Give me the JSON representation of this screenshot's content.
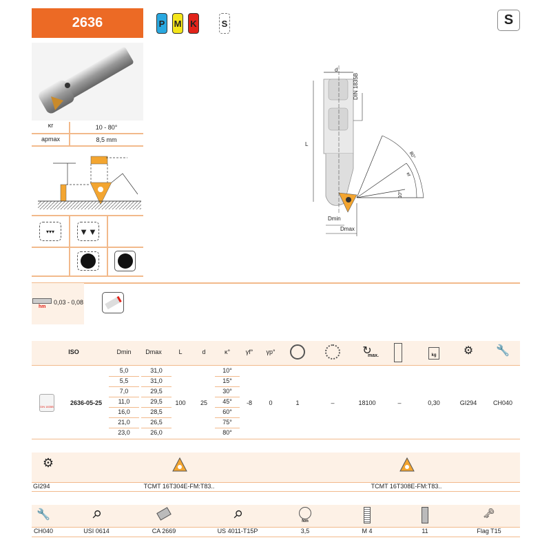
{
  "header": {
    "code": "2636",
    "materials": [
      "P",
      "M",
      "K"
    ],
    "material_colors": [
      "#29a8e0",
      "#f4e51a",
      "#e2231a"
    ],
    "optional_material": "S",
    "big_material": "S"
  },
  "specs": [
    {
      "label": "κr",
      "value": "10 - 80°"
    },
    {
      "label": "apmax",
      "value": "8,5 mm"
    }
  ],
  "drawing": {
    "d": "d",
    "L": "L",
    "din": "DIN 1835B",
    "angle_max": "80°",
    "angle_kr": "κr",
    "angle_min": "10°",
    "dmin": "Dmin",
    "dmax": "Dmax"
  },
  "feed": {
    "range": "0,03 - 0,08",
    "label": "hm"
  },
  "table": {
    "headers": [
      "ISO",
      "Dmin",
      "Dmax",
      "L",
      "d",
      "κ°",
      "γf°",
      "γp°",
      "",
      "",
      "max.",
      "",
      "kg",
      "",
      ""
    ],
    "code": "2636-05-25",
    "badge": "DIN 1835B",
    "dmin": [
      "5,0",
      "5,5",
      "7,0",
      "11,0",
      "16,0",
      "21,0",
      "23,0"
    ],
    "dmax": [
      "31,0",
      "31,0",
      "29,5",
      "29,5",
      "28,5",
      "26,5",
      "26,0"
    ],
    "kappa": [
      "10°",
      "15°",
      "30°",
      "45°",
      "60°",
      "75°",
      "80°"
    ],
    "L": "100",
    "d": "25",
    "gf": "-8",
    "gp": "0",
    "z": "1",
    "z2": "–",
    "rpm": "18100",
    "coolant": "–",
    "weight": "0,30",
    "insert_ref": "GI294",
    "parts_ref": "CH040"
  },
  "inserts": {
    "ref": "GI294",
    "items": [
      "TCMT 16T304E-FM:T83..",
      "TCMT 16T308E-FM:T83.."
    ]
  },
  "parts": {
    "items": [
      "CH040",
      "USI 0614",
      "CA 2669",
      "US 4011-T15P",
      "3,5",
      "M 4",
      "11",
      "Flag T15"
    ],
    "torque_unit": "Nm"
  }
}
